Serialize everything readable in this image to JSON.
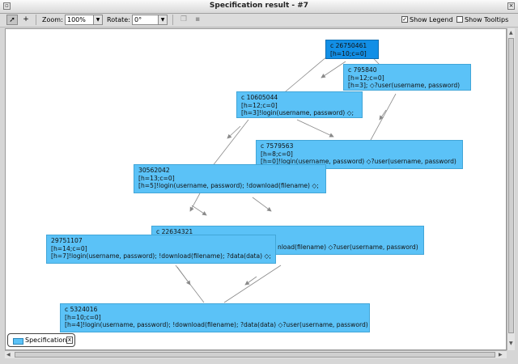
{
  "window": {
    "title": "Specification result - #7"
  },
  "toolbar": {
    "select_tool_icon": "pointer-arrow-icon",
    "add_tool_label": "+",
    "zoom_label": "Zoom:",
    "zoom_value": "100%",
    "rotate_label": "Rotate:",
    "rotate_value": "0°",
    "show_legend_label": "Show Legend",
    "show_legend_checked": true,
    "show_tooltips_label": "Show Tooltips",
    "show_tooltips_checked": false
  },
  "graph": {
    "nodes": [
      {
        "id": "n1",
        "lines": [
          "c 26750461",
          "[h=10;c=0]"
        ],
        "selected": true
      },
      {
        "id": "n2",
        "lines": [
          "c 795840",
          "[h=12;c=0]",
          "[h=3]; ◇?user(username, password)"
        ]
      },
      {
        "id": "n3",
        "lines": [
          "c 10605044",
          "[h=12;c=0]",
          "[h=3]!login(username, password) ◇;"
        ]
      },
      {
        "id": "n4",
        "lines": [
          "c 7579563",
          "[h=8;c=0]",
          "[h=0]!login(username, password) ◇?user(username, password)"
        ]
      },
      {
        "id": "n5",
        "lines": [
          "30562042",
          "[h=13;c=0]",
          "[h=5]!login(username, password); !download(filename) ◇;"
        ]
      },
      {
        "id": "n6",
        "lines": [
          "c 22634321",
          "",
          "nload(filename) ◇?user(username, password)"
        ]
      },
      {
        "id": "n7",
        "lines": [
          "29751107",
          "[h=14;c=0]",
          "[h=7]!login(username, password); !download(filename); ?data(data) ◇;"
        ]
      },
      {
        "id": "n8",
        "lines": [
          "c 5324016",
          "[h=10;c=0]",
          "[h=4]!login(username, password); !download(filename); ?data(data) ◇?user(username, password)"
        ]
      }
    ]
  },
  "legend": {
    "entry_label": "Specification",
    "close_label": "x",
    "swatch_color": "#5bc2f7"
  },
  "colors": {
    "node_fill": "#5bc2f7",
    "node_selected_fill": "#128fe6",
    "edge": "#8a8a8a"
  }
}
